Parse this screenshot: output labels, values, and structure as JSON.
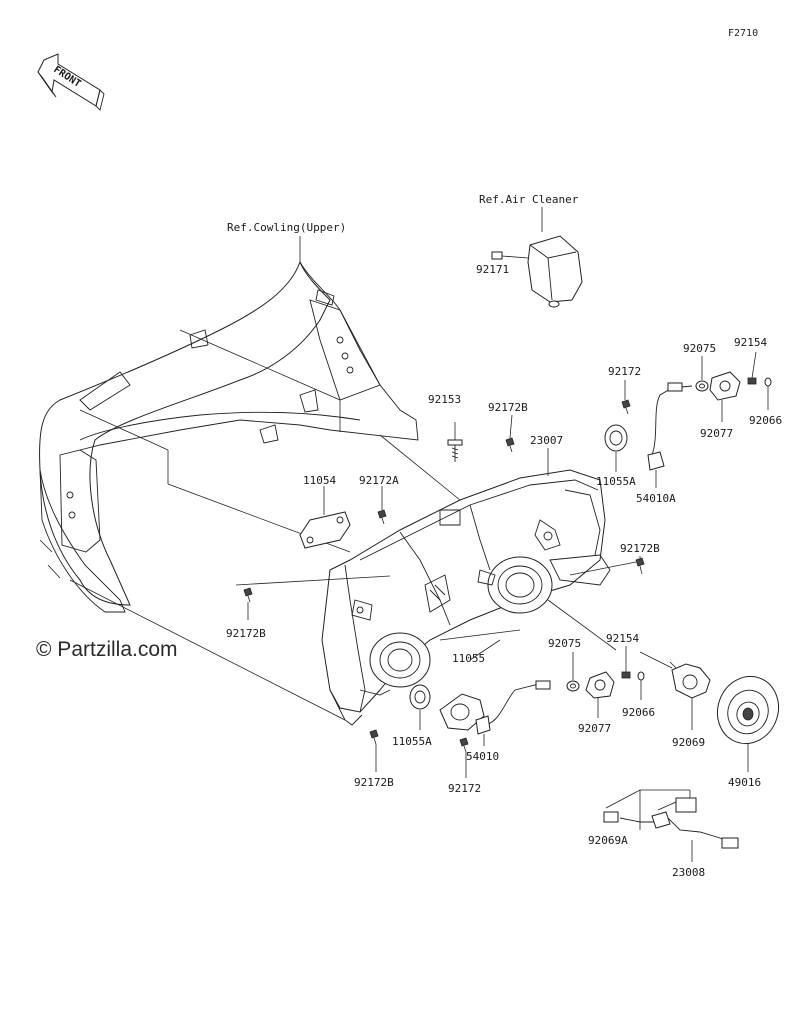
{
  "figure_code": "F2710",
  "front_label": "FRONT",
  "watermark": "© Partzilla.com",
  "references": {
    "air_cleaner": "Ref.Air Cleaner",
    "cowling_upper": "Ref.Cowling(Upper)"
  },
  "part_labels": {
    "p92171": "92171",
    "p92075_top": "92075",
    "p92154_top": "92154",
    "p92066_top": "92066",
    "p92077_top": "92077",
    "p92172_top": "92172",
    "p11055A_top": "11055A",
    "p54010A": "54010A",
    "p92153": "92153",
    "p92172B_a": "92172B",
    "p23007": "23007",
    "p11054": "11054",
    "p92172A": "92172A",
    "p92172B_b": "92172B",
    "p92172B_c": "92172B",
    "p11055": "11055",
    "p92075_bot": "92075",
    "p92154_bot": "92154",
    "p92077_bot": "92077",
    "p92066_bot": "92066",
    "p92069": "92069",
    "p49016": "49016",
    "p11055A_bot": "11055A",
    "p54010": "54010",
    "p92172B_d": "92172B",
    "p92172_bot": "92172",
    "p92069A": "92069A",
    "p23008": "23008"
  }
}
